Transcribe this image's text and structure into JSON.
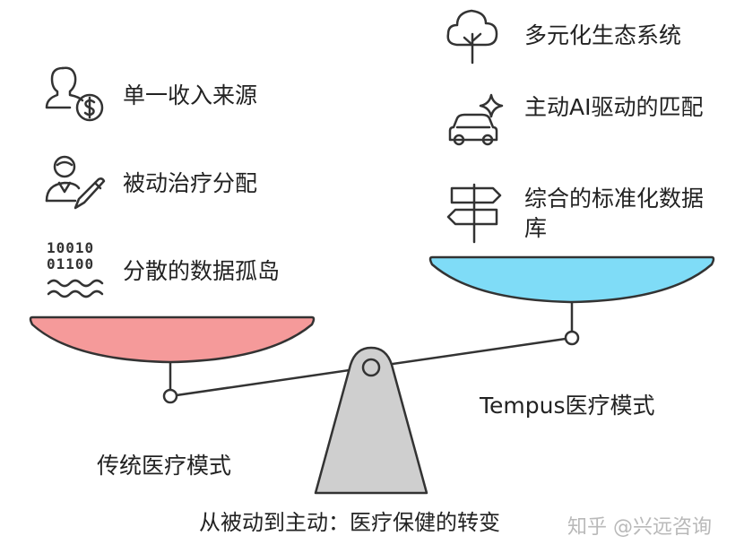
{
  "left_side": {
    "items": [
      {
        "text": "单一收入来源",
        "icon": "person-dollar-icon"
      },
      {
        "text": "被动治疗分配",
        "icon": "person-pencil-icon"
      },
      {
        "text": "分散的数据孤岛",
        "icon": "binary-data-icon",
        "binary_lines": [
          "10010",
          "01100"
        ]
      }
    ],
    "title": "传统医疗模式",
    "pan_color": "#f59a9a"
  },
  "right_side": {
    "items": [
      {
        "text": "多元化生态系统",
        "icon": "tree-icon"
      },
      {
        "text": "主动AI驱动的匹配",
        "icon": "car-sparkle-icon"
      },
      {
        "text": "综合的标准化数据库",
        "icon": "signpost-icon"
      }
    ],
    "title": "Tempus医疗模式",
    "pan_color": "#7fdcf7"
  },
  "caption": "从被动到主动：医疗保健的转变",
  "watermark": "知乎 @兴远咨询",
  "colors": {
    "stroke": "#333333",
    "fulcrum": "#cfcfcf"
  }
}
